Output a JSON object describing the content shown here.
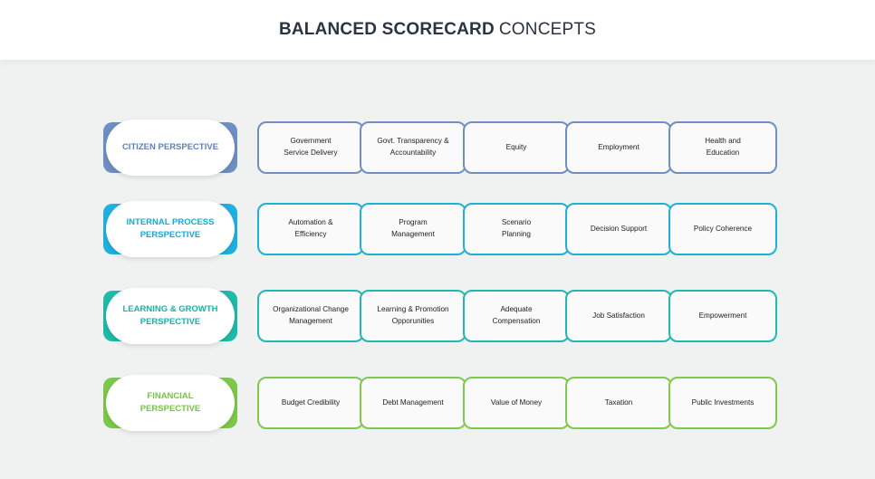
{
  "title": {
    "bold": "BALANCED SCORECARD",
    "light": "CONCEPTS"
  },
  "colors": {
    "citizen": "#6f8fc2",
    "internal": "#1fb0e0",
    "learning": "#1fbaa8",
    "financial": "#7cc84a"
  },
  "perspectives": [
    {
      "label": "CITIZEN PERSPECTIVE",
      "items": [
        "Government\nService Delivery",
        "Govt. Transparency &\nAccountability",
        "Equity",
        "Employment",
        "Health and\nEducation"
      ]
    },
    {
      "label": "INTERNAL PROCESS\nPERSPECTIVE",
      "items": [
        "Automation &\nEfficiency",
        "Program\nManagement",
        "Scenario\nPlanning",
        "Decision Support",
        "Policy Coherence"
      ]
    },
    {
      "label": "LEARNING & GROWTH\nPERSPECTIVE",
      "items": [
        "Organizational Change\nManagement",
        "Learning & Promotion\nOpporunities",
        "Adequate\nCompensation",
        "Job Satisfaction",
        "Empowerment"
      ]
    },
    {
      "label": "FINANCIAL\nPERSPECTIVE",
      "items": [
        "Budget Credibility",
        "Debt Management",
        "Value of Money",
        "Taxation",
        "Public Investments"
      ]
    }
  ]
}
